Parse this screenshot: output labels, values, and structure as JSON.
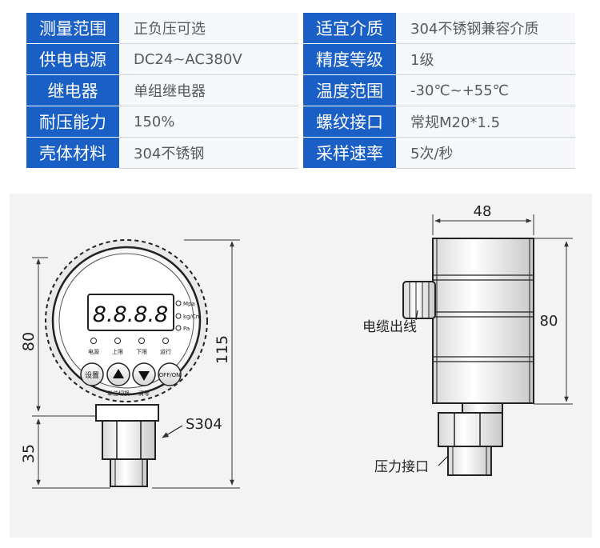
{
  "specs": [
    {
      "label1": "测量范围",
      "value1": "正负压可选",
      "label2": "适宜介质",
      "value2": "304不锈钢兼容介质"
    },
    {
      "label1": "供电电源",
      "value1": "DC24~AC380V",
      "label2": "精度等级",
      "value2": "1级"
    },
    {
      "label1": "继电器",
      "value1": "单组继电器",
      "label2": "温度范围",
      "value2": "-30℃~+55℃"
    },
    {
      "label1": "耐压能力",
      "value1": "150%",
      "label2": "螺纹接口",
      "value2": "常规M20*1.5"
    },
    {
      "label1": "壳体材料",
      "value1": "304不锈钢",
      "label2": "采样速率",
      "value2": "5次/秒"
    }
  ],
  "front": {
    "display": "8.8.8.8",
    "units": [
      "Mpa",
      "kg/Cm",
      "Pa"
    ],
    "indicators": [
      "电源",
      "上限",
      "下限",
      "运行"
    ],
    "buttons": [
      "设置",
      "OFF/ON"
    ],
    "button_captions": [
      "单位切换",
      "清零"
    ],
    "material_label": "S304",
    "dim_height_body": "80",
    "dim_height_fitting": "35",
    "dim_height_total": "115"
  },
  "side": {
    "dim_width": "48",
    "dim_height": "80",
    "cable_label": "电缆出线",
    "port_label": "压力接口"
  },
  "colors": {
    "label_bg": "#1a5fc6",
    "value_bg": "#f6f7f9"
  }
}
